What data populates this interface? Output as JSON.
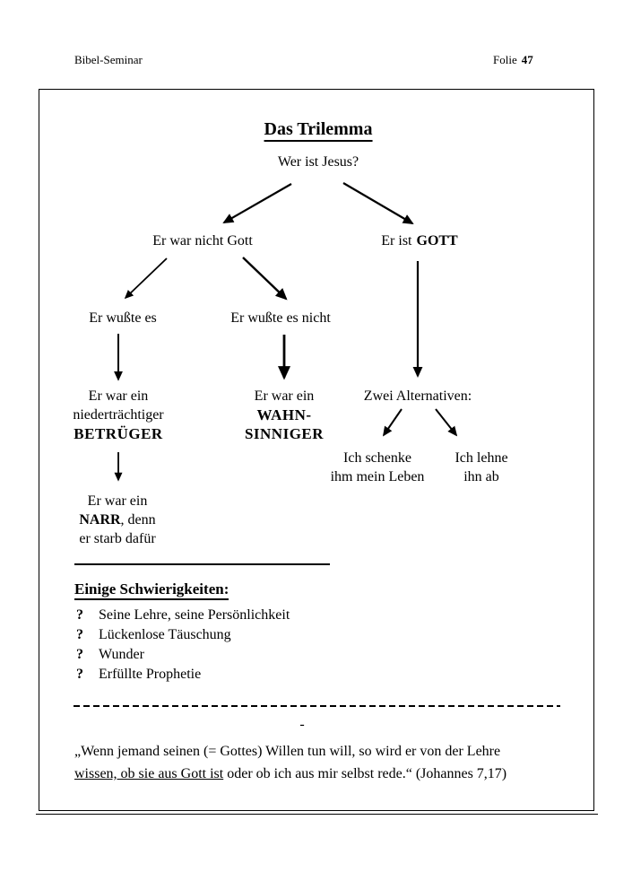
{
  "header": {
    "doc_title": "Bibel-Seminar",
    "slide_label": "Folie",
    "slide_number": "47"
  },
  "diagram": {
    "title": "Das Trilemma",
    "question": "Wer ist Jesus?",
    "left": {
      "label": "Er war nicht Gott",
      "knew": "Er wußte es",
      "knew_not": "Er wußte es nicht",
      "deceiver_line1": "Er war ein",
      "deceiver_line2": "niederträchtiger",
      "deceiver_line3": "BETRÜGER",
      "madman_line1": "Er war ein",
      "madman_line2": "WAHN-",
      "madman_line3": "SINNIGER",
      "fool_line1": "Er war ein",
      "fool_line2_bold": "NARR",
      "fool_line2_rest": ", denn",
      "fool_line3": "er starb dafür"
    },
    "right": {
      "label_prefix": "Er ist",
      "label_bold": "GOTT",
      "alternatives": "Zwei Alternativen:",
      "accept_line1": "Ich schenke",
      "accept_line2": "ihm mein Leben",
      "reject_line1": "Ich lehne",
      "reject_line2": "ihn ab"
    }
  },
  "difficulties": {
    "heading": "Einige Schwierigkeiten:",
    "bullet": "?",
    "items": [
      "Seine Lehre, seine Persönlichkeit",
      "Lückenlose Täuschung",
      "Wunder",
      "Erfüllte Prophetie"
    ]
  },
  "footer": {
    "wrap_dash": "-",
    "quote_line1": "„Wenn jemand seinen (= Gottes) Willen tun will, so wird er von der Lehre",
    "quote_underlined": "wissen, ob sie aus Gott ist",
    "quote_rest": " oder ob ich aus mir selbst rede.“ (Johannes 7,17)"
  }
}
